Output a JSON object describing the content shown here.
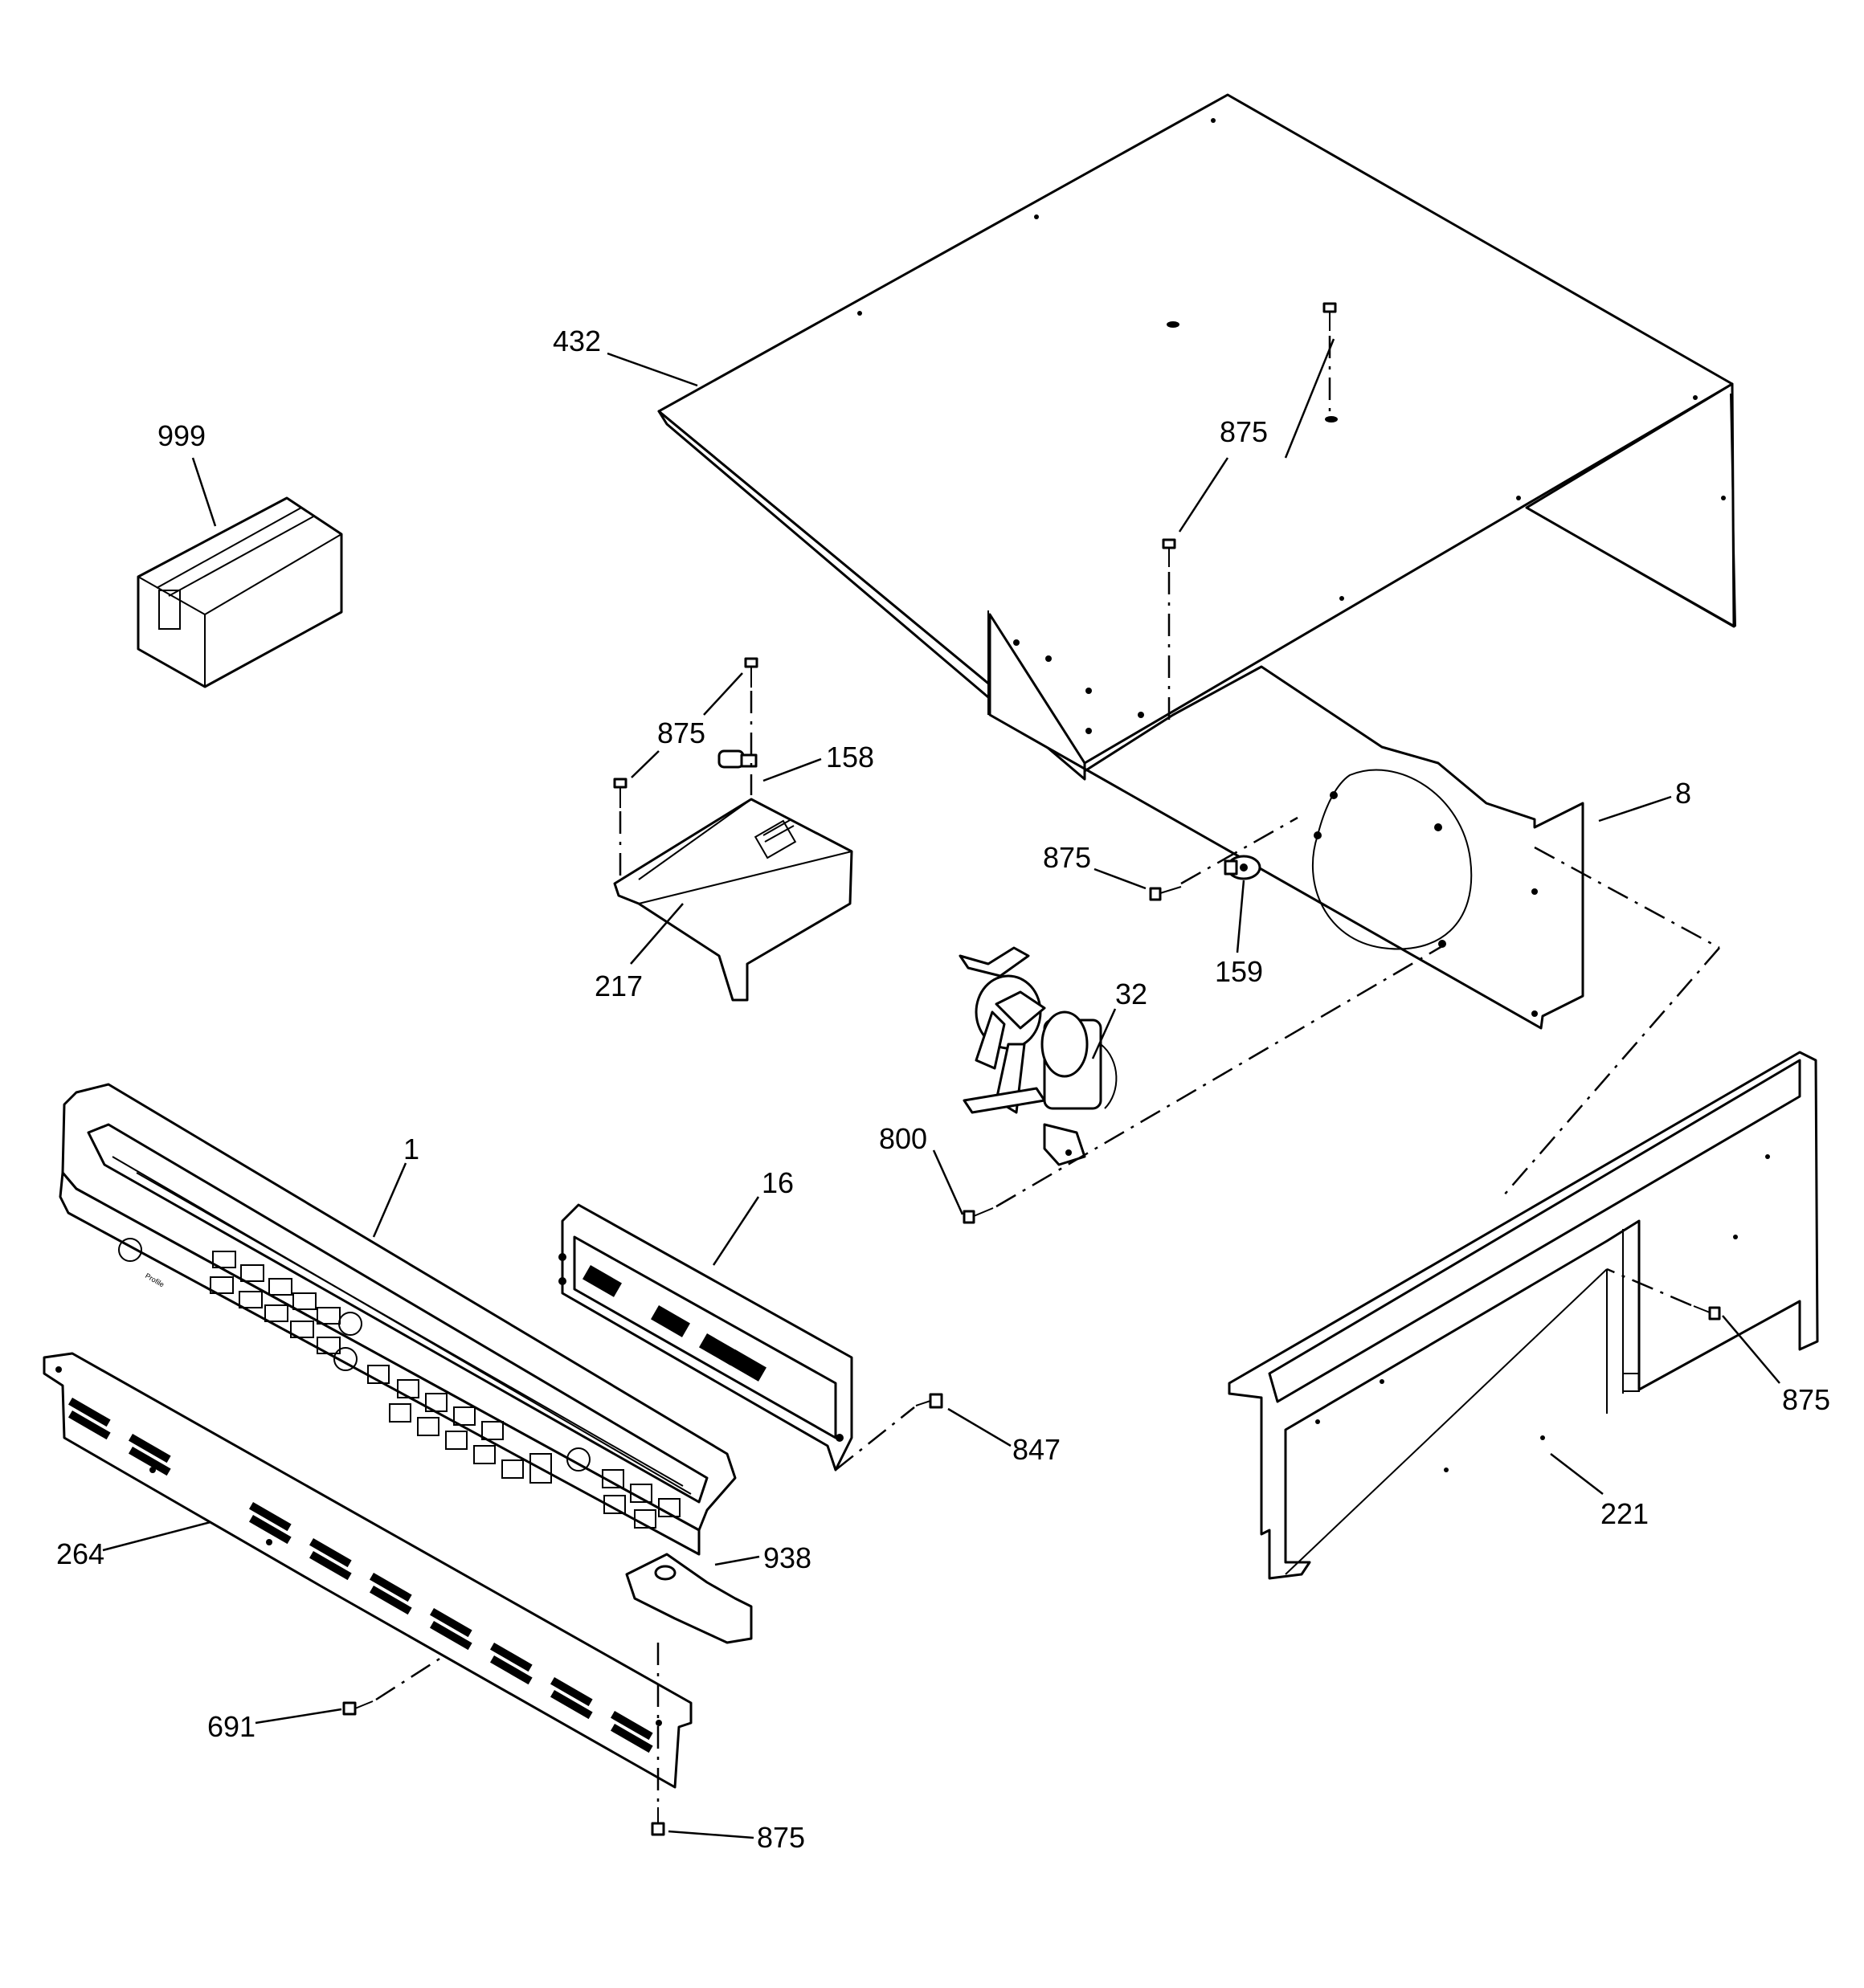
{
  "diagram": {
    "callouts": [
      {
        "id": "432",
        "text": "432"
      },
      {
        "id": "999",
        "text": "999"
      },
      {
        "id": "875-top",
        "text": "875"
      },
      {
        "id": "875-bracket",
        "text": "875"
      },
      {
        "id": "158",
        "text": "158"
      },
      {
        "id": "8",
        "text": "8"
      },
      {
        "id": "875-fan",
        "text": "875"
      },
      {
        "id": "32",
        "text": "32"
      },
      {
        "id": "159",
        "text": "159"
      },
      {
        "id": "217",
        "text": "217"
      },
      {
        "id": "1",
        "text": "1"
      },
      {
        "id": "16",
        "text": "16"
      },
      {
        "id": "800",
        "text": "800"
      },
      {
        "id": "847",
        "text": "847"
      },
      {
        "id": "875-right",
        "text": "875"
      },
      {
        "id": "221",
        "text": "221"
      },
      {
        "id": "264",
        "text": "264"
      },
      {
        "id": "938",
        "text": "938"
      },
      {
        "id": "691",
        "text": "691"
      },
      {
        "id": "875-bottom",
        "text": "875"
      }
    ]
  }
}
